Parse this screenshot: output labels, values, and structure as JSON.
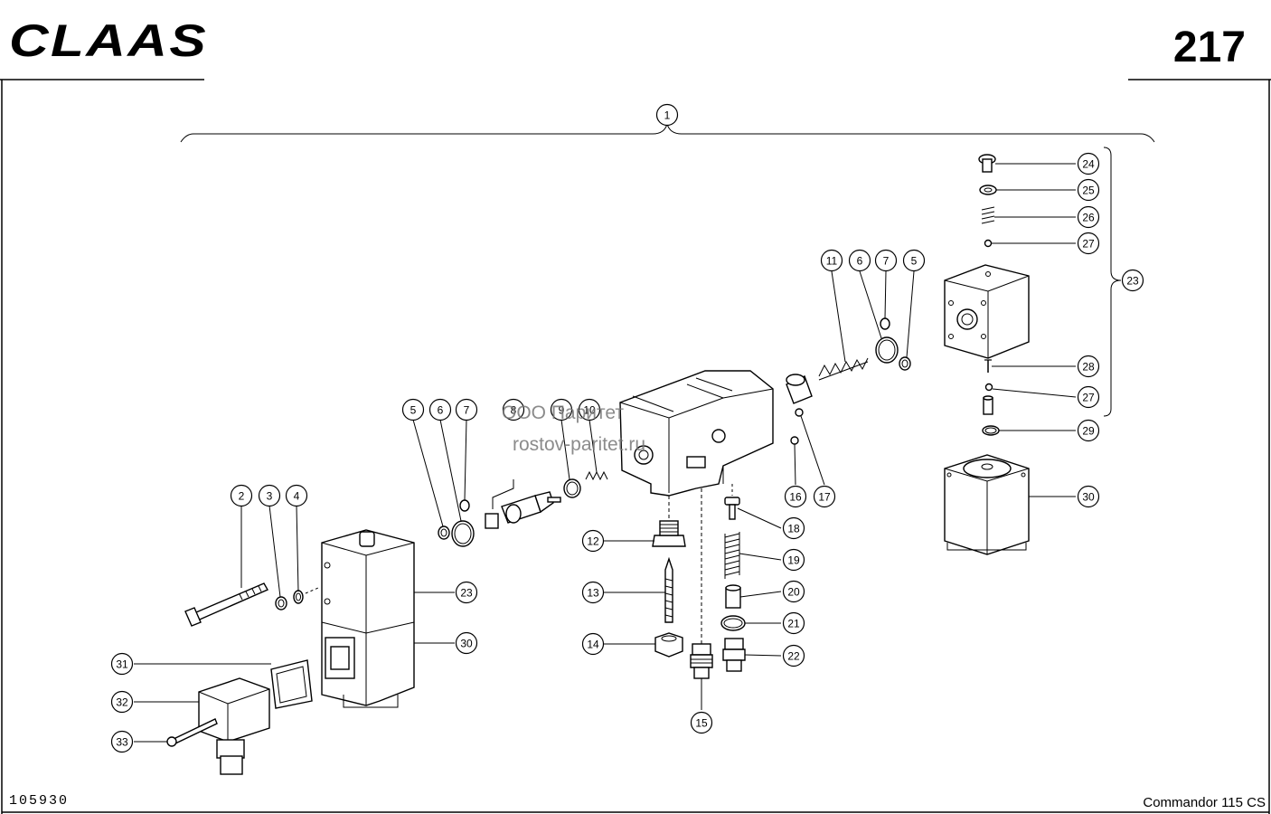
{
  "header": {
    "brand": "CLAAS",
    "page_number": "217"
  },
  "footer": {
    "drawing_number": "105930",
    "model": "Commandor 115 CS"
  },
  "watermark": {
    "line1": "ООО Паритет",
    "line2": "rostov-paritet.ru"
  },
  "callouts": [
    {
      "id": "c1",
      "label": "1"
    },
    {
      "id": "c2",
      "label": "2"
    },
    {
      "id": "c3",
      "label": "3"
    },
    {
      "id": "c4",
      "label": "4"
    },
    {
      "id": "c5a",
      "label": "5"
    },
    {
      "id": "c6a",
      "label": "6"
    },
    {
      "id": "c7a",
      "label": "7"
    },
    {
      "id": "c8",
      "label": "8"
    },
    {
      "id": "c9",
      "label": "9"
    },
    {
      "id": "c10",
      "label": "10"
    },
    {
      "id": "c11",
      "label": "11"
    },
    {
      "id": "c6b",
      "label": "6"
    },
    {
      "id": "c7b",
      "label": "7"
    },
    {
      "id": "c5b",
      "label": "5"
    },
    {
      "id": "c12",
      "label": "12"
    },
    {
      "id": "c13",
      "label": "13"
    },
    {
      "id": "c14",
      "label": "14"
    },
    {
      "id": "c15",
      "label": "15"
    },
    {
      "id": "c16",
      "label": "16"
    },
    {
      "id": "c17",
      "label": "17"
    },
    {
      "id": "c18",
      "label": "18"
    },
    {
      "id": "c19",
      "label": "19"
    },
    {
      "id": "c20",
      "label": "20"
    },
    {
      "id": "c21",
      "label": "21"
    },
    {
      "id": "c22",
      "label": "22"
    },
    {
      "id": "c23a",
      "label": "23"
    },
    {
      "id": "c30a",
      "label": "30"
    },
    {
      "id": "c31",
      "label": "31"
    },
    {
      "id": "c32",
      "label": "32"
    },
    {
      "id": "c33",
      "label": "33"
    },
    {
      "id": "c24",
      "label": "24"
    },
    {
      "id": "c25",
      "label": "25"
    },
    {
      "id": "c26",
      "label": "26"
    },
    {
      "id": "c27a",
      "label": "27"
    },
    {
      "id": "c23b",
      "label": "23"
    },
    {
      "id": "c28",
      "label": "28"
    },
    {
      "id": "c27b",
      "label": "27"
    },
    {
      "id": "c29",
      "label": "29"
    },
    {
      "id": "c30b",
      "label": "30"
    }
  ]
}
